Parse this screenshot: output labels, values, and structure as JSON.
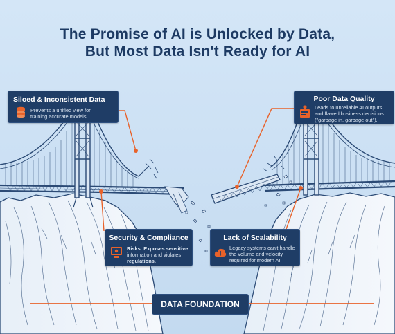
{
  "title": {
    "line1": "The Promise of AI is Unlocked by Data,",
    "line2": "But Most Data Isn't Ready for AI"
  },
  "callouts": {
    "siloed": {
      "heading": "Siloed & Inconsistent Data",
      "body1": "Prevents a unified view for",
      "body2": "training accurate models."
    },
    "quality": {
      "heading": "Poor Data Quality",
      "body1": "Leads to unreliable AI outputs",
      "body2": "and flawed business decisions",
      "body3": "(\"garbage in, garbage out\")."
    },
    "security": {
      "heading": "Security & Compliance",
      "body1": "Risks: Exposes sensitive",
      "body2": "information and violates",
      "body3": "regulations."
    },
    "scalability": {
      "heading": "Lack of Scalability",
      "body1": "Legacy systems can't handle",
      "body2": "the volume and velocity",
      "body3": "required for modern AI."
    }
  },
  "foundation_label": "DATA FOUNDATION",
  "colors": {
    "navy": "#1f3d66",
    "accent": "#e8622a",
    "sky": "#c9def3",
    "line": "#2b4a75"
  }
}
